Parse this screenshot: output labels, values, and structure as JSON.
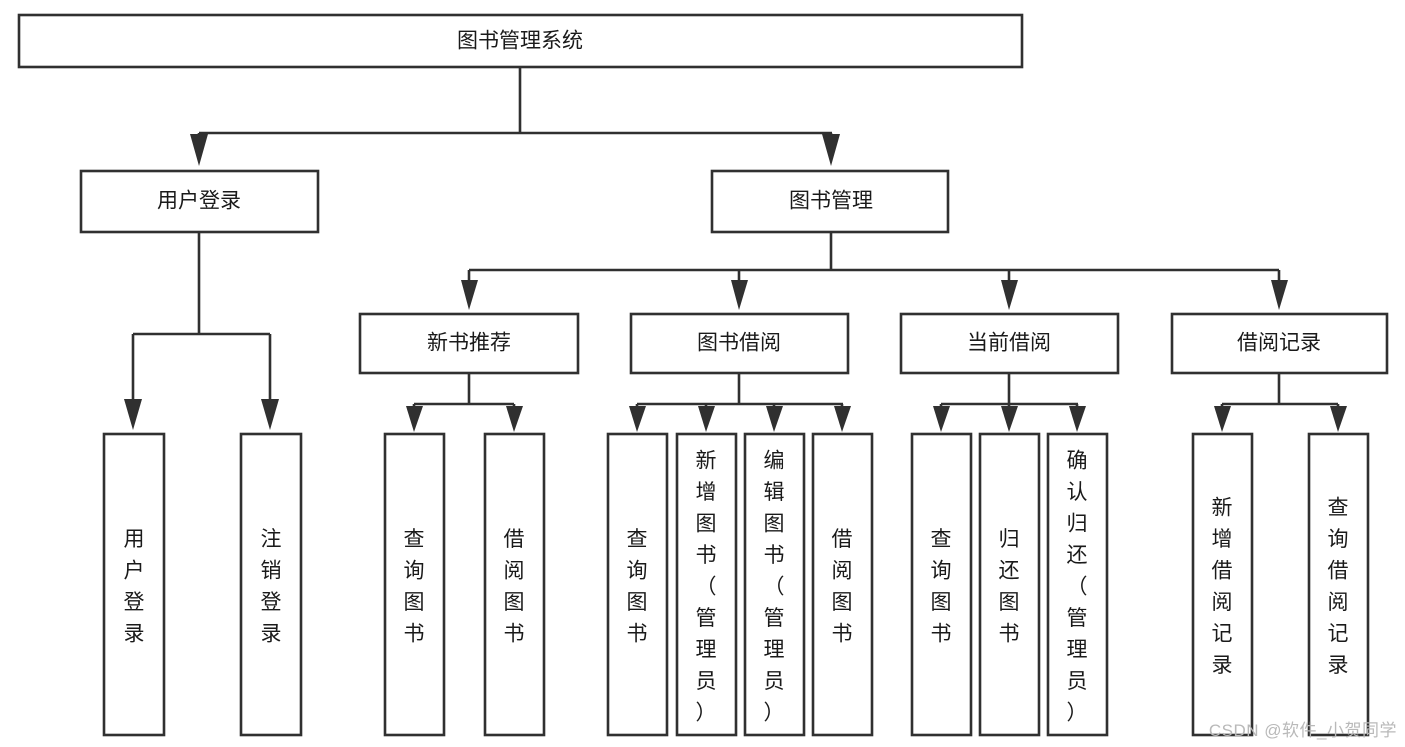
{
  "diagram": {
    "type": "tree",
    "title": "图书管理系统",
    "orientation": "top-down",
    "colors": {
      "box_fill": "#ffffff",
      "box_stroke": "#303030",
      "text": "#1a1a1a",
      "watermark": "#b9b9b9"
    },
    "root": {
      "id": "root",
      "label": "图书管理系统",
      "orientation": "horizontal"
    },
    "level2": [
      {
        "id": "user-login",
        "label": "用户登录",
        "orientation": "horizontal"
      },
      {
        "id": "book-manage",
        "label": "图书管理",
        "orientation": "horizontal"
      }
    ],
    "level3": [
      {
        "id": "new-book-recommend",
        "label": "新书推荐",
        "orientation": "horizontal",
        "parent": "book-manage"
      },
      {
        "id": "book-borrow",
        "label": "图书借阅",
        "orientation": "horizontal",
        "parent": "book-manage"
      },
      {
        "id": "current-borrow",
        "label": "当前借阅",
        "orientation": "horizontal",
        "parent": "book-manage"
      },
      {
        "id": "borrow-record",
        "label": "借阅记录",
        "orientation": "horizontal",
        "parent": "book-manage"
      }
    ],
    "leaves": [
      {
        "id": "leaf-user-login",
        "label": "用户登录",
        "orientation": "vertical",
        "parent": "user-login"
      },
      {
        "id": "leaf-user-logout",
        "label": "注销登录",
        "orientation": "vertical",
        "parent": "user-login"
      },
      {
        "id": "leaf-query-book-rec",
        "label": "查询图书",
        "orientation": "vertical",
        "parent": "new-book-recommend"
      },
      {
        "id": "leaf-borrow-book-rec",
        "label": "借阅图书",
        "orientation": "vertical",
        "parent": "new-book-recommend"
      },
      {
        "id": "leaf-query-book-borrow",
        "label": "查询图书",
        "orientation": "vertical",
        "parent": "book-borrow"
      },
      {
        "id": "leaf-add-book-admin",
        "label": "新增图书（管理员）",
        "orientation": "vertical",
        "parent": "book-borrow"
      },
      {
        "id": "leaf-edit-book-admin",
        "label": "编辑图书（管理员）",
        "orientation": "vertical",
        "parent": "book-borrow"
      },
      {
        "id": "leaf-borrow-book",
        "label": "借阅图书",
        "orientation": "vertical",
        "parent": "book-borrow"
      },
      {
        "id": "leaf-query-book-current",
        "label": "查询图书",
        "orientation": "vertical",
        "parent": "current-borrow"
      },
      {
        "id": "leaf-return-book",
        "label": "归还图书",
        "orientation": "vertical",
        "parent": "current-borrow"
      },
      {
        "id": "leaf-confirm-return-admin",
        "label": "确认归还（管理员）",
        "orientation": "vertical",
        "parent": "current-borrow"
      },
      {
        "id": "leaf-add-borrow-record",
        "label": "新增借阅记录",
        "orientation": "vertical",
        "parent": "borrow-record"
      },
      {
        "id": "leaf-query-borrow-record",
        "label": "查询借阅记录",
        "orientation": "vertical",
        "parent": "borrow-record"
      }
    ],
    "watermark": "CSDN @软件_小贺同学"
  }
}
